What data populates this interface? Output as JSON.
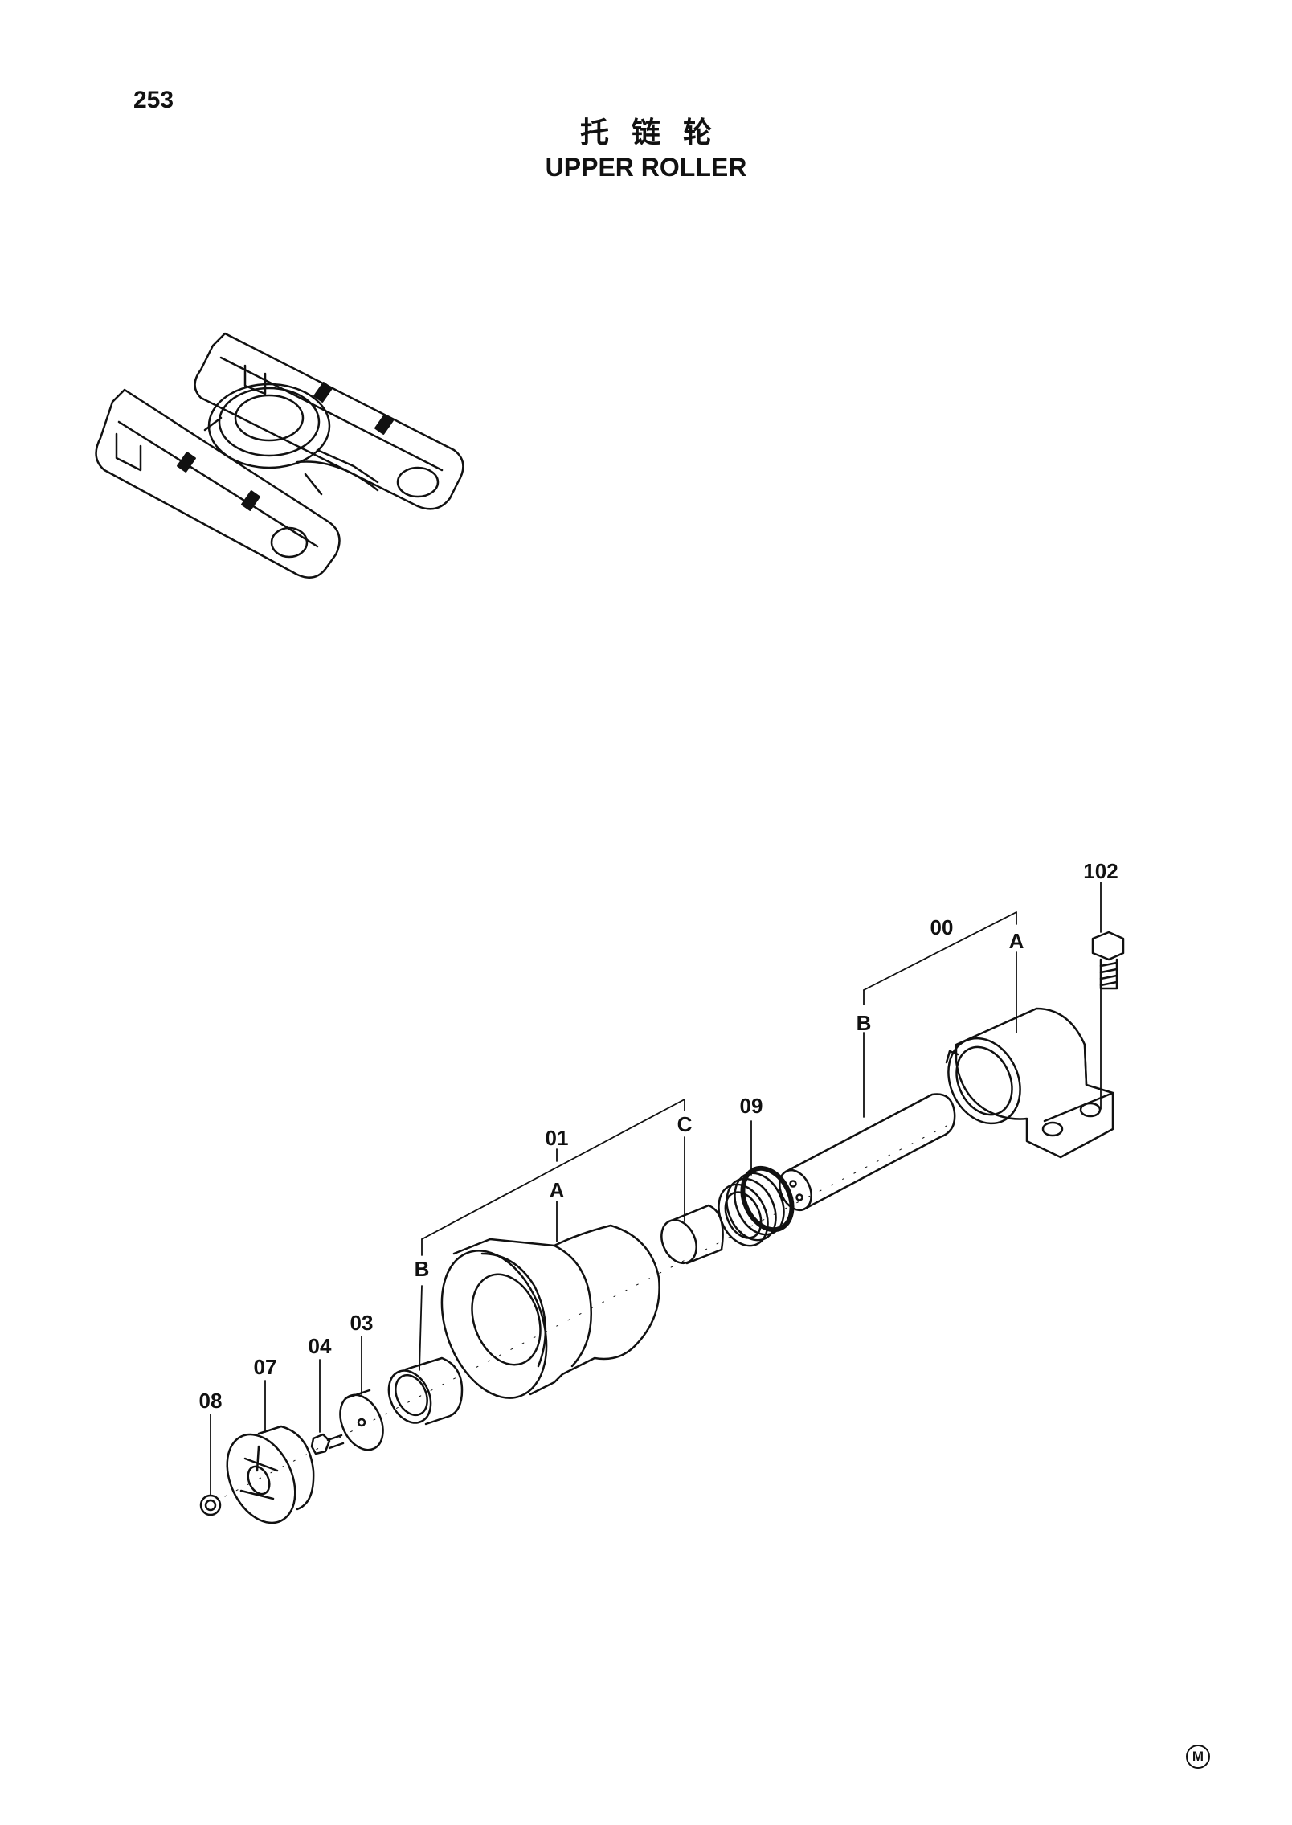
{
  "page_number": "253",
  "title_cn": "托链轮",
  "title_en": "UPPER ROLLER",
  "mark": "M",
  "callouts": {
    "p102": "102",
    "p00": "00",
    "p00_a": "A",
    "p00_b": "B",
    "p09": "09",
    "p01": "01",
    "p01_a": "A",
    "p01_b": "B",
    "p01_c": "C",
    "p03": "03",
    "p04": "04",
    "p07": "07",
    "p08": "08"
  }
}
